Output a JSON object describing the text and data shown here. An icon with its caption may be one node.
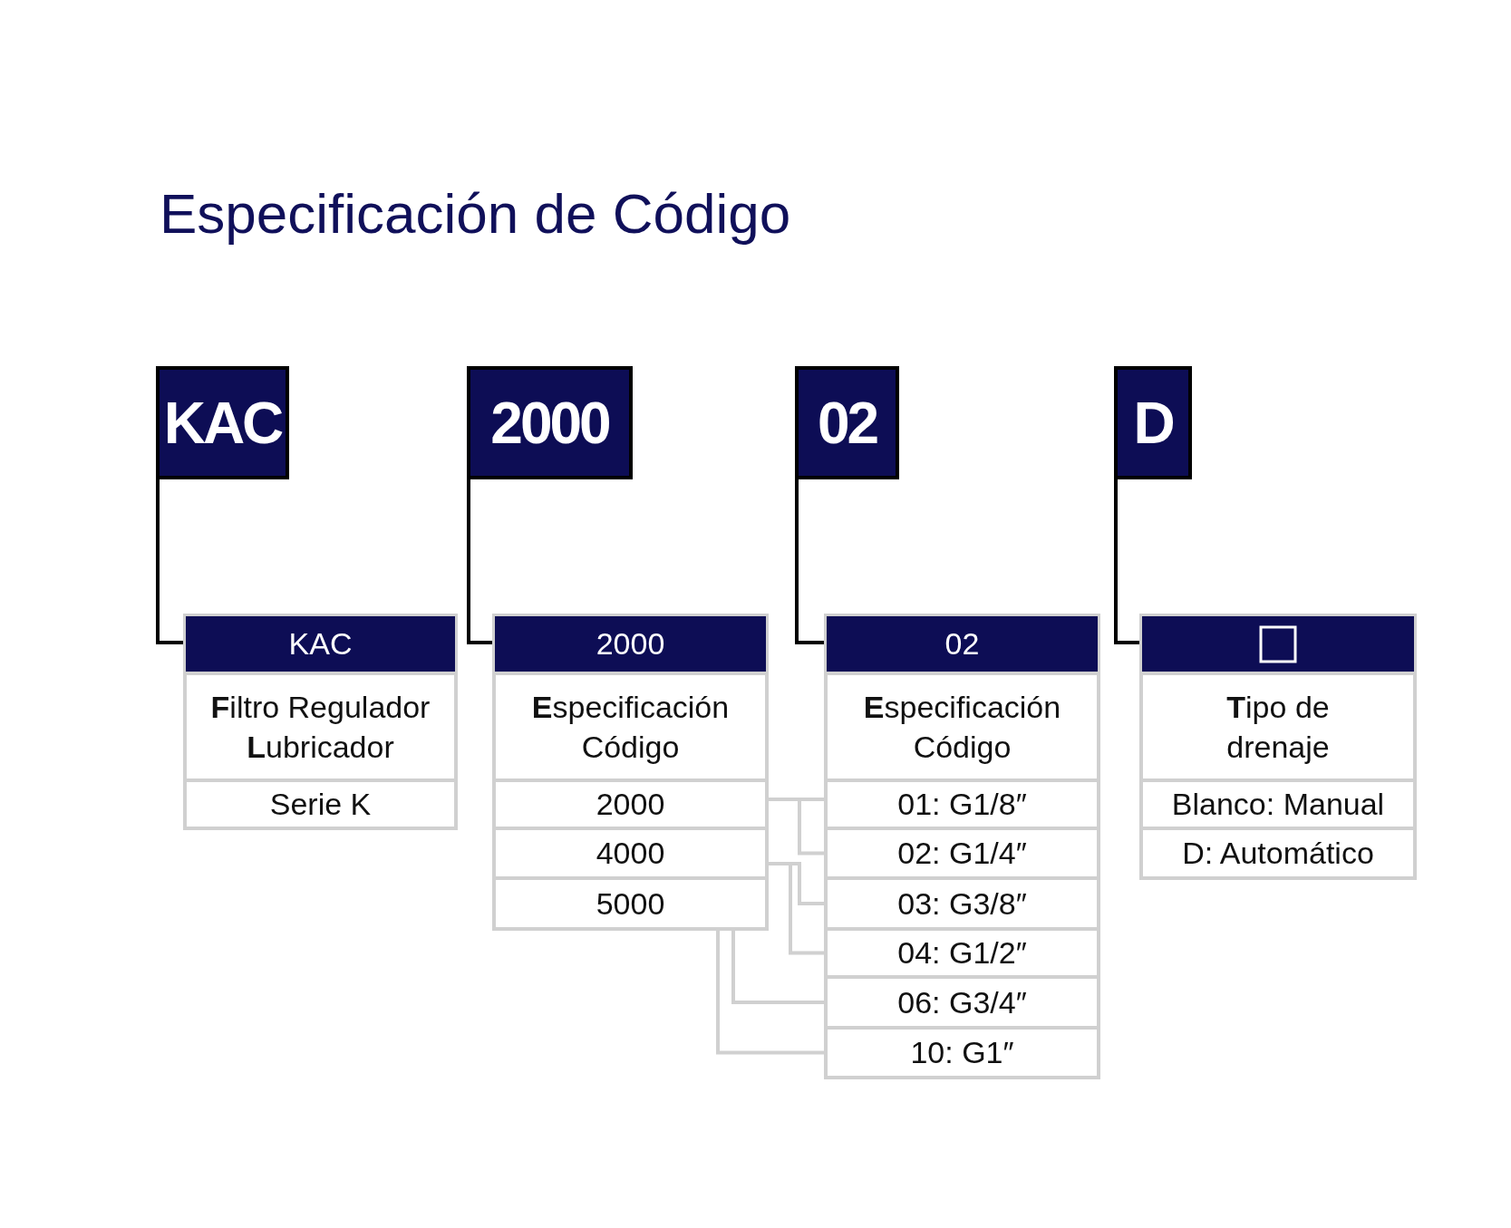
{
  "diagram": {
    "title": "Especificación de Código",
    "nodes": [
      {
        "text": [
          "KAC"
        ]
      },
      {
        "text": [
          "2000"
        ]
      },
      {
        "text": [
          "02"
        ]
      },
      {
        "text": [
          "D"
        ]
      },
      {
        "text": [
          "KAC"
        ]
      },
      {
        "text": [
          "**F**iltro Regulador **L**ubricador"
        ]
      },
      {
        "text": [
          "Serie K"
        ]
      },
      {
        "text": [
          "2000"
        ]
      },
      {
        "text": [
          "**E**specificación Código"
        ]
      },
      {
        "text": [
          "2000"
        ]
      },
      {
        "text": [
          "4000"
        ]
      },
      {
        "text": [
          "5000"
        ]
      },
      {
        "text": [
          "02"
        ]
      },
      {
        "text": [
          "**E**specificación Código"
        ]
      },
      {
        "text": [
          "01: G1/8″"
        ]
      },
      {
        "text": [
          "02: G1/4″"
        ]
      },
      {
        "text": [
          "03: G3/8″"
        ]
      },
      {
        "text": [
          "04: G1/2″"
        ]
      },
      {
        "text": [
          "06: G3/4″"
        ]
      },
      {
        "text": [
          "10: G1″"
        ]
      },
      {
        "text": [],
        "shape": "box"
      },
      {
        "text": [
          "**T**ipo de drenaje"
        ]
      },
      {
        "text": [
          "Blanco: Manual"
        ]
      },
      {
        "text": [
          "D: Automático"
        ]
      }
    ],
    "edges": [
      {
        "from": 0,
        "to": 4,
        "arrow": "none",
        "color": "#000000"
      },
      {
        "from": 1,
        "to": 7,
        "arrow": "none",
        "color": "#000000"
      },
      {
        "from": 2,
        "to": 12,
        "arrow": "none",
        "color": "#000000"
      },
      {
        "from": 3,
        "to": 20,
        "arrow": "none",
        "color": "#000000"
      },
      {
        "from": 9,
        "to": 14,
        "arrow": "none"
      },
      {
        "from": 9,
        "to": 15,
        "arrow": "none"
      },
      {
        "from": 10,
        "to": 16,
        "arrow": "none"
      },
      {
        "from": 10,
        "to": 17,
        "arrow": "none"
      },
      {
        "from": 11,
        "to": 18,
        "arrow": "none"
      },
      {
        "from": 11,
        "to": 19,
        "arrow": "none"
      }
    ]
  }
}
